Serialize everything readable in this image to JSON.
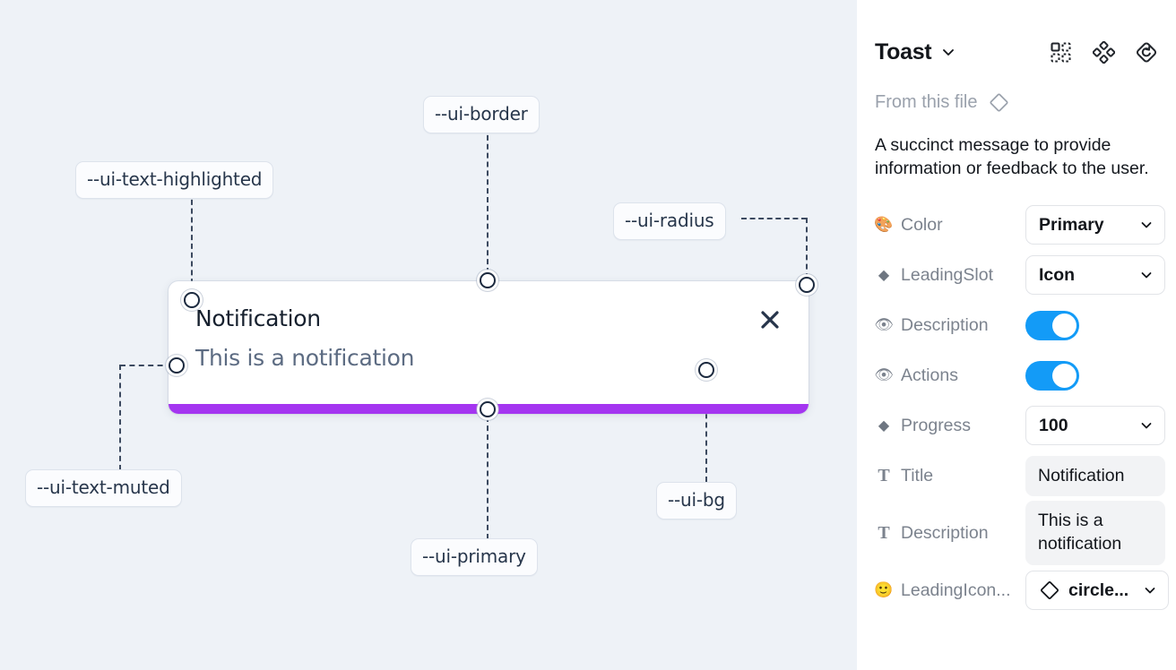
{
  "canvas": {
    "background_color": "#eef2f7",
    "annotations": [
      {
        "id": "ui-text-highlighted",
        "label": "--ui-text-highlighted"
      },
      {
        "id": "ui-border",
        "label": "--ui-border"
      },
      {
        "id": "ui-radius",
        "label": "--ui-radius"
      },
      {
        "id": "ui-text-muted",
        "label": "--ui-text-muted"
      },
      {
        "id": "ui-primary",
        "label": "--ui-primary"
      },
      {
        "id": "ui-bg",
        "label": "--ui-bg"
      }
    ],
    "toast": {
      "title": "Notification",
      "description": "This is a notification",
      "close_icon": "close-icon",
      "progress_color": "#a435f0",
      "background_color": "#ffffff"
    }
  },
  "panel": {
    "title": "Toast",
    "title_chevron": "chevron-down-icon",
    "header_icons": [
      {
        "name": "component-grid-icon"
      },
      {
        "name": "component-diamonds-icon"
      },
      {
        "name": "reset-variant-icon"
      }
    ],
    "from_this_file": {
      "label": "From this file",
      "icon": "diamond-icon"
    },
    "description": "A succinct message to provide information or feedback to the user.",
    "properties": [
      {
        "icon": "palette-emoji",
        "glyph": "🎨",
        "label": "Color",
        "control": "select",
        "value": "Primary"
      },
      {
        "icon": "diamond-glyph",
        "glyph": "◆",
        "label": "LeadingSlot",
        "control": "select",
        "value": "Icon"
      },
      {
        "icon": "eye-emoji",
        "glyph": "👁",
        "label": "Description",
        "control": "toggle",
        "value": "on"
      },
      {
        "icon": "eye-emoji",
        "glyph": "👁",
        "label": "Actions",
        "control": "toggle",
        "value": "on"
      },
      {
        "icon": "diamond-glyph",
        "glyph": "◆",
        "label": "Progress",
        "control": "select",
        "value": "100"
      },
      {
        "icon": "text-glyph",
        "glyph": "T",
        "label": "Title",
        "control": "text",
        "value": "Notification"
      },
      {
        "icon": "text-glyph",
        "glyph": "T",
        "label": "Description",
        "control": "text",
        "value": "This is a notification"
      },
      {
        "icon": "smiley-emoji",
        "glyph": "🙂",
        "label": "LeadingIcon...",
        "control": "select-icon",
        "value": "circle..."
      }
    ],
    "toggle_on_color": "#139bf7"
  }
}
